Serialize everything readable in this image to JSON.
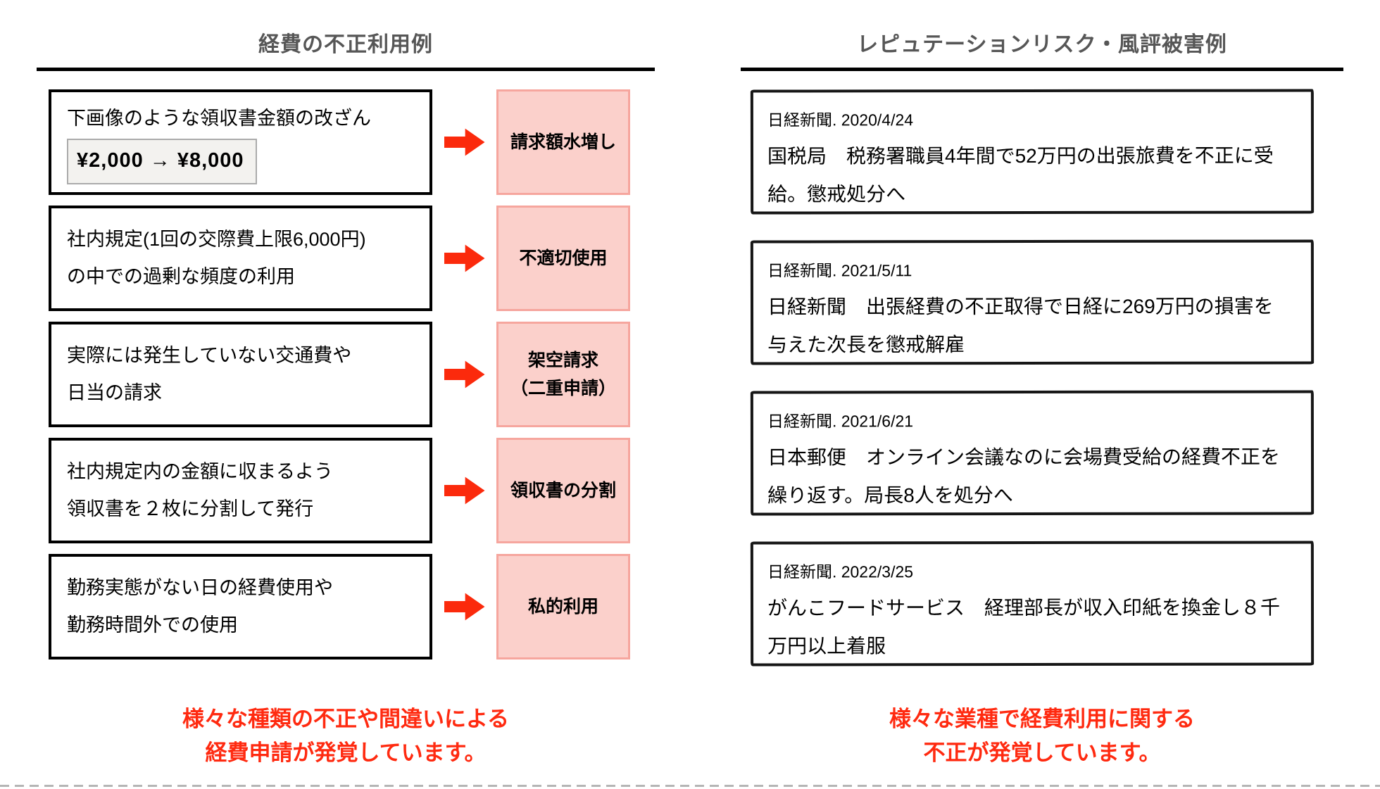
{
  "colors": {
    "accent_red": "#fb2a0c",
    "footer_red": "#ff2a10",
    "pink_fill": "#fbd0cb",
    "pink_border": "#f6a69e",
    "title_gray": "#565656",
    "box_border_black": "#000000"
  },
  "left_panel": {
    "title": "経費の不正利用例",
    "rows": [
      {
        "description_lines": [
          "下画像のような領収書金額の改ざん"
        ],
        "receipt_example": "¥2,000 → ¥8,000",
        "label_lines": [
          "請求額水増し"
        ]
      },
      {
        "description_lines": [
          "社内規定(1回の交際費上限6,000円)",
          "の中での過剰な頻度の利用"
        ],
        "label_lines": [
          "不適切使用"
        ]
      },
      {
        "description_lines": [
          "実際には発生していない交通費や",
          "日当の請求"
        ],
        "label_lines": [
          "架空請求",
          "（二重申請）"
        ]
      },
      {
        "description_lines": [
          "社内規定内の金額に収まるよう",
          "領収書を２枚に分割して発行"
        ],
        "label_lines": [
          "領収書の分割"
        ]
      },
      {
        "description_lines": [
          "勤務実態がない日の経費使用や",
          "勤務時間外での使用"
        ],
        "label_lines": [
          "私的利用"
        ]
      }
    ],
    "footer_lines": [
      "様々な種類の不正や間違いによる",
      "経費申請が発覚しています。"
    ]
  },
  "right_panel": {
    "title": "レピュテーションリスク・風評被害例",
    "articles": [
      {
        "source": "日経新聞. 2020/4/24",
        "body": "国税局　税務署職員4年間で52万円の出張旅費を不正に受給。懲戒処分へ"
      },
      {
        "source": "日経新聞. 2021/5/11",
        "body": "日経新聞　出張経費の不正取得で日経に269万円の損害を与えた次長を懲戒解雇"
      },
      {
        "source": "日経新聞. 2021/6/21",
        "body": "日本郵便　オンライン会議なのに会場費受給の経費不正を繰り返す。局長8人を処分へ"
      },
      {
        "source": "日経新聞. 2022/3/25",
        "body": "がんこフードサービス　経理部長が収入印紙を換金し８千万円以上着服"
      }
    ],
    "footer_lines": [
      "様々な業種で経費利用に関する",
      "不正が発覚しています。"
    ]
  },
  "icons": {
    "arrow": "right-arrow"
  }
}
